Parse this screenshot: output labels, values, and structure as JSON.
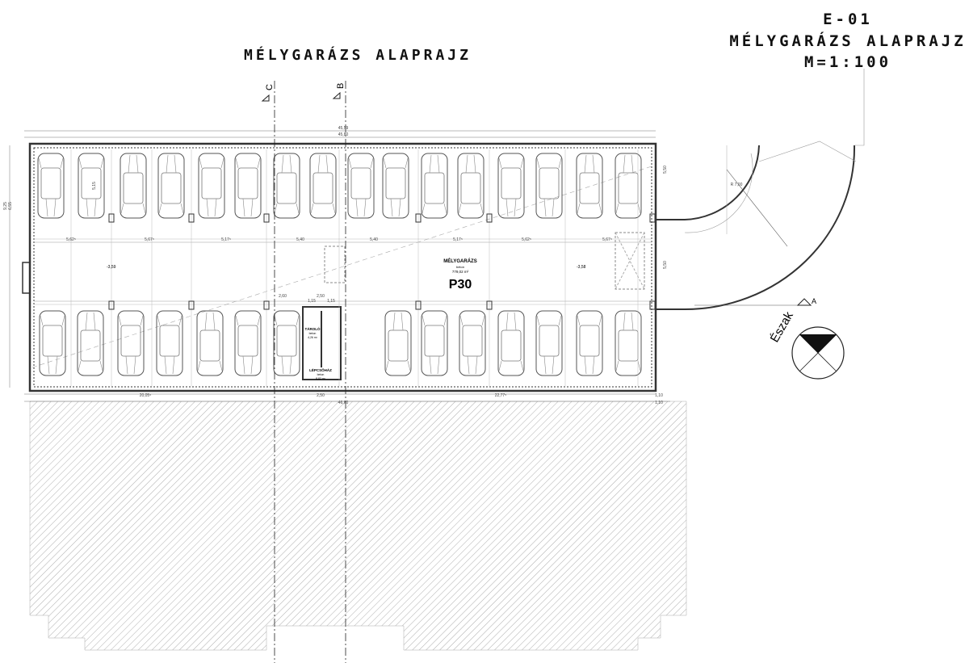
{
  "drawing": {
    "center_title": "MÉLYGARÁZS ALAPRAJZ",
    "sheet_code": "E-01",
    "sheet_title": "MÉLYGARÁZS ALAPRAJZ",
    "scale": "M=1:100"
  },
  "rooms": {
    "garage": {
      "name": "MÉLYGARÁZS",
      "floor": "beton",
      "area": "779,02 m²",
      "code": "P30"
    },
    "storage": {
      "name": "TÁROLÓ",
      "floor": "beton",
      "area": "4,26 m²"
    },
    "stairwell": {
      "name": "LÉPCSŐHÁZ",
      "floor": "beton",
      "area": "8,82 m²"
    }
  },
  "levels": {
    "left": "-3,59",
    "right": "-3,58"
  },
  "section_marks": {
    "c": "C",
    "b": "B",
    "a": "A"
  },
  "north_label": "Észak",
  "dimensions": [
    "45,59",
    "45,80",
    "5,62⁵",
    "5,67⁵",
    "5,17⁵",
    "5,40",
    "5,40",
    "5,17⁵",
    "5,62⁵",
    "5,67⁵",
    "20,05⁵",
    "2,50",
    "22,77⁵",
    "46,60",
    "1,10",
    "1,10",
    "9,25",
    "6,55",
    "5,15",
    "5,50",
    "5,50",
    "R 7,00",
    "2,60",
    "2,50",
    "1,15",
    "1,15"
  ],
  "colors": {
    "line": "#333333",
    "hatch": "#9a9a9a",
    "background": "#ffffff"
  }
}
